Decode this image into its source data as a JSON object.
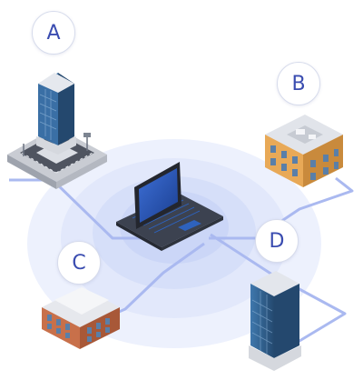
{
  "nodes": [
    {
      "id": "A",
      "label": "A"
    },
    {
      "id": "B",
      "label": "B"
    },
    {
      "id": "C",
      "label": "C"
    },
    {
      "id": "D",
      "label": "D"
    }
  ],
  "colors": {
    "ring_fill": "#dfe6fb",
    "link": "#aab9f0",
    "label_text": "#3a4cb0",
    "glass": "#2f5b86",
    "brick": "#c8704a",
    "sand": "#e8a957"
  },
  "icons": {
    "center": "laptop-icon",
    "A": "skyscraper-city-block-icon",
    "B": "apartment-building-icon",
    "C": "brick-office-building-icon",
    "D": "glass-office-tower-icon"
  }
}
